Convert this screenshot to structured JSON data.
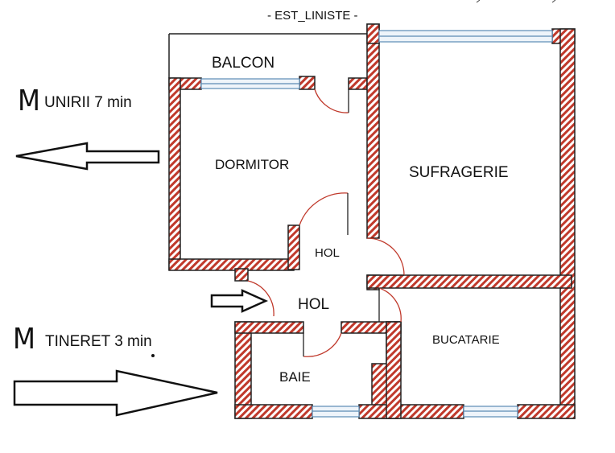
{
  "header": {
    "orientation_label": "-  EST_LINISTE -"
  },
  "rooms": {
    "balcon": "BALCON",
    "dormitor": "DORMITOR",
    "sufragerie": "SUFRAGERIE",
    "hol_upper": "HOL",
    "hol_lower": "HOL",
    "bucatarie": "BUCATARIE",
    "baie": "BAIE"
  },
  "metro": [
    {
      "letter": "M",
      "station": "UNIRII 7 min"
    },
    {
      "letter": "M",
      "station": "TINERET 3 min"
    }
  ],
  "colors": {
    "wall_hatch": "#c0392b",
    "window": "#5b8bb5",
    "outline": "#222222"
  }
}
